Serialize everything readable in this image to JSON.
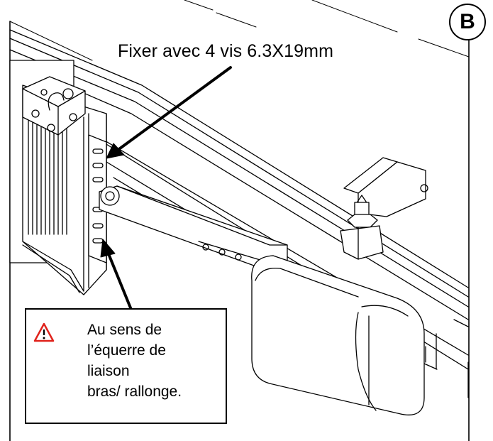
{
  "badge_letter": "B",
  "screw_label": "Fixer avec 4 vis 6.3X19mm",
  "note": {
    "icon": "warning-triangle-icon",
    "icon_color": "#e0221b",
    "text": "Au sens de\nl’équerre de\nliaison\nbras/ rallonge."
  }
}
